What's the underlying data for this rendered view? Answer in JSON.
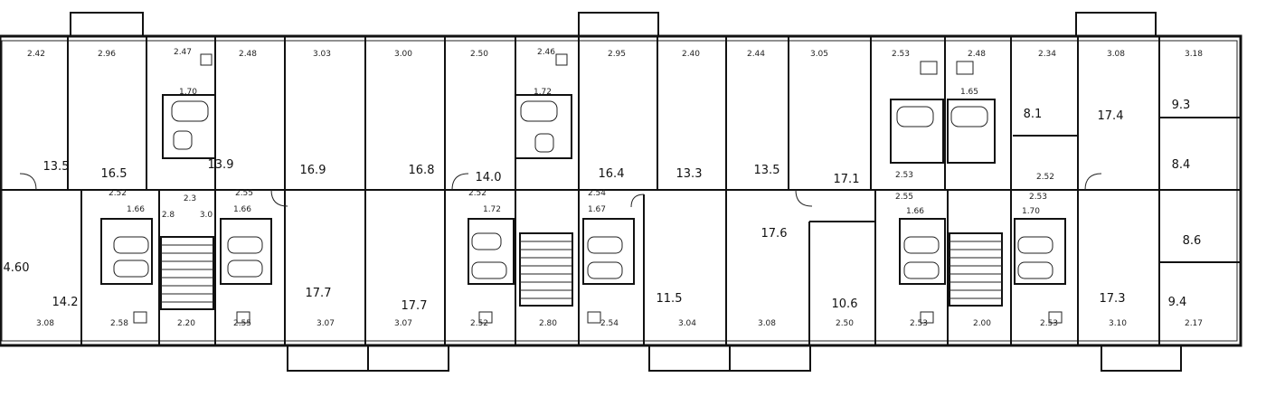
{
  "plan": {
    "areas": [
      "13.5",
      "16.5",
      "13.9",
      "16.9",
      "16.8",
      "14.0",
      "16.4",
      "13.3",
      "13.5",
      "17.1",
      "8.1",
      "17.4",
      "9.3",
      "8.4",
      "14.2",
      "4.60",
      "17.7",
      "17.7",
      "11.5",
      "17.6",
      "10.6",
      "17.3",
      "9.4",
      "8.6"
    ],
    "top_dims": [
      "2.42",
      "2.96",
      "2.47",
      "2.48",
      "3.03",
      "3.00",
      "2.50",
      "2.46",
      "2.95",
      "2.40",
      "2.44",
      "3.05",
      "2.53",
      "2.48",
      "2.34",
      "3.08",
      "3.18"
    ],
    "bottom_dims": [
      "3.08",
      "2.58",
      "2.20",
      "2.55",
      "3.07",
      "3.07",
      "2.52",
      "2.80",
      "2.54",
      "3.04",
      "3.08",
      "2.50",
      "2.53",
      "2.00",
      "2.53",
      "3.10",
      "2.17"
    ],
    "inner_dims": [
      "1.70",
      "1.72",
      "1.65",
      "2.52",
      "2.55",
      "2.52",
      "2.54",
      "2.53",
      "2.55",
      "2.53",
      "2.52",
      "1.66",
      "1.66",
      "1.72",
      "1.67",
      "1.66",
      "1.70",
      "2.8",
      "3.0",
      "2.3"
    ]
  }
}
